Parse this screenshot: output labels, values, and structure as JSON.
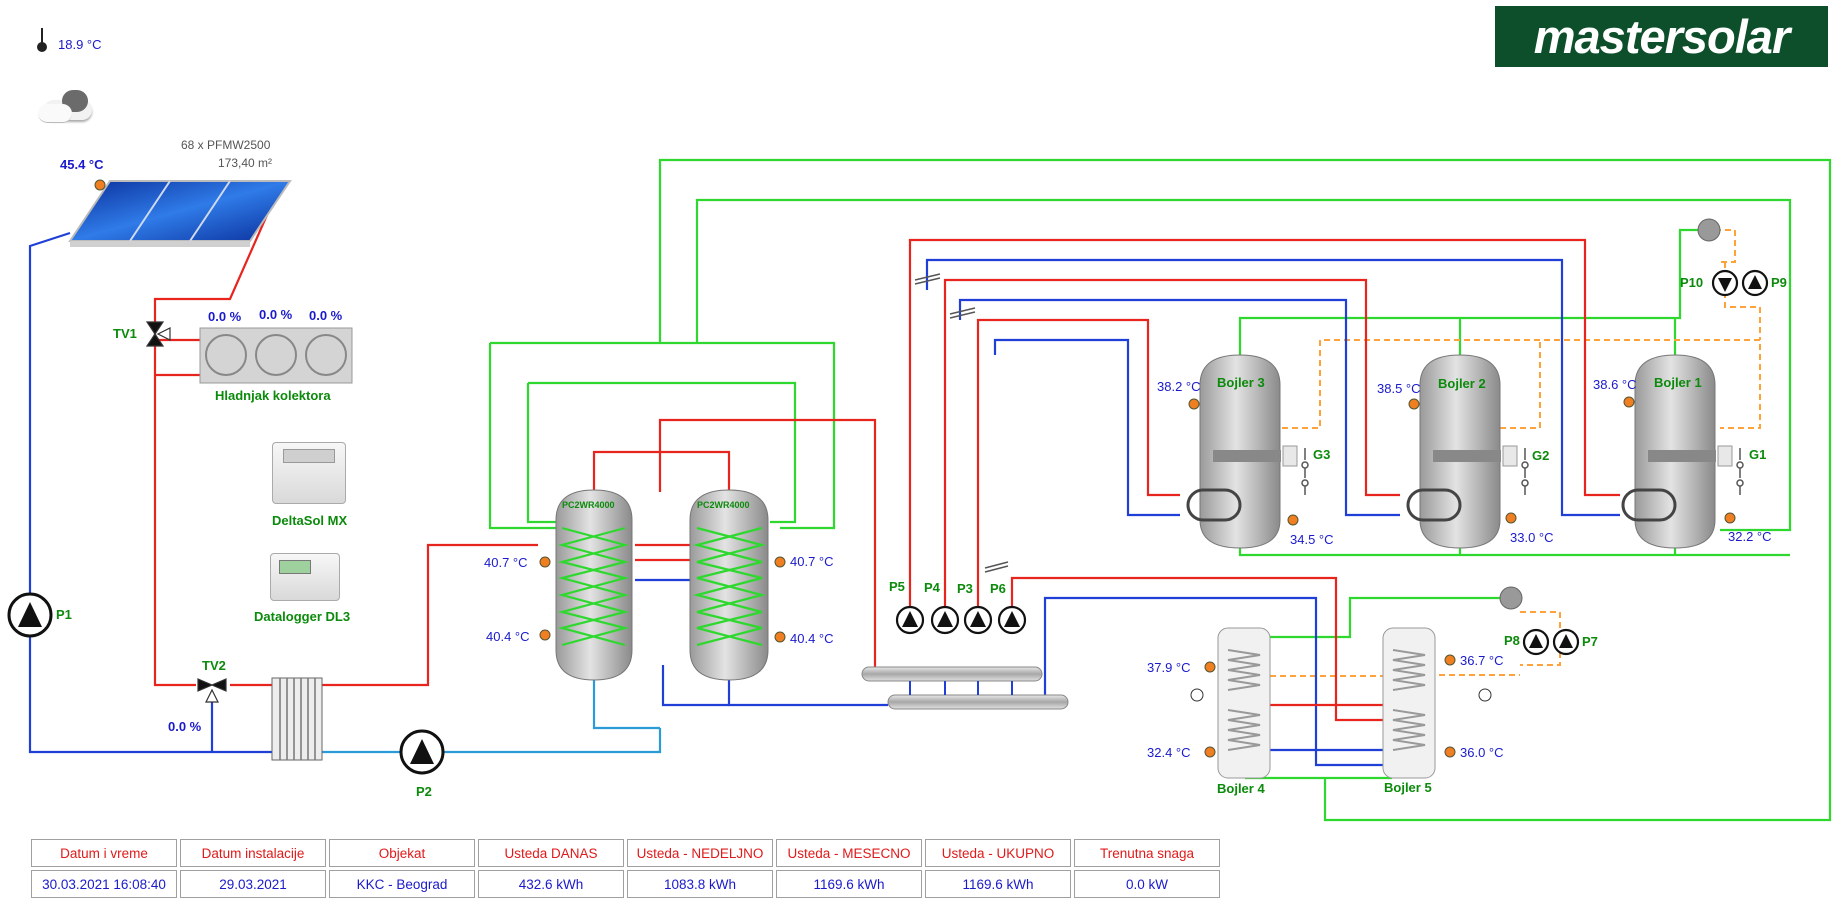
{
  "weather": {
    "outdoor_temp": "18.9 °C",
    "condition_icon": "cloud-icon"
  },
  "logo": {
    "text": "mastersolar"
  },
  "collector": {
    "model": "68 x PFMW2500",
    "area": "173,40 m²",
    "temp": "45.4 °C"
  },
  "valves": {
    "tv1_label": "TV1",
    "tv2_label": "TV2",
    "tv2_value": "0.0 %"
  },
  "cooler": {
    "label": "Hladnjak kolektora",
    "fan_values": [
      "0.0 %",
      "0.0 %",
      "0.0 %"
    ]
  },
  "controllers": {
    "deltasol_label": "DeltaSol MX",
    "datalogger_label": "Datalogger DL3"
  },
  "pumps": {
    "p1": "P1",
    "p2": "P2",
    "p3": "P3",
    "p4": "P4",
    "p5": "P5",
    "p6": "P6",
    "p7": "P7",
    "p8": "P8",
    "p9": "P9",
    "p10": "P10"
  },
  "buffer_tanks": {
    "left": {
      "model": "PC2WR4000",
      "temp_top": "40.7 °C",
      "temp_bottom": "40.4 °C"
    },
    "right": {
      "model": "PC2WR4000",
      "temp_top": "40.7 °C",
      "temp_bottom": "40.4 °C"
    }
  },
  "boilers": {
    "b3": {
      "name": "Bojler 3",
      "heater": "G3",
      "temp_top": "38.2 °C",
      "temp_bottom": "34.5 °C"
    },
    "b2": {
      "name": "Bojler 2",
      "heater": "G2",
      "temp_top": "38.5 °C",
      "temp_bottom": "33.0 °C"
    },
    "b1": {
      "name": "Bojler 1",
      "heater": "G1",
      "temp_top": "38.6 °C",
      "temp_bottom": "32.2 °C"
    },
    "b4": {
      "name": "Bojler 4",
      "temp_top": "37.9 °C",
      "temp_bottom": "32.4 °C"
    },
    "b5": {
      "name": "Bojler 5",
      "temp_top": "36.7 °C",
      "temp_bottom": "36.0 °C"
    }
  },
  "colors": {
    "hot_line": "#e8241f",
    "cold_line": "#1f3fd6",
    "loop_line": "#2fd82f",
    "aux_line": "#ffa23a",
    "logo_bg": "#0d4f2b"
  },
  "info_table": {
    "headers": [
      "Datum i vreme",
      "Datum instalacije",
      "Objekat",
      "Usteda DANAS",
      "Usteda - NEDELJNO",
      "Usteda - MESECNO",
      "Usteda - UKUPNO",
      "Trenutna snaga"
    ],
    "values": [
      "30.03.2021 16:08:40",
      "29.03.2021",
      "KKC - Beograd",
      "432.6 kWh",
      "1083.8 kWh",
      "1169.6 kWh",
      "1169.6 kWh",
      "0.0 kW"
    ]
  }
}
